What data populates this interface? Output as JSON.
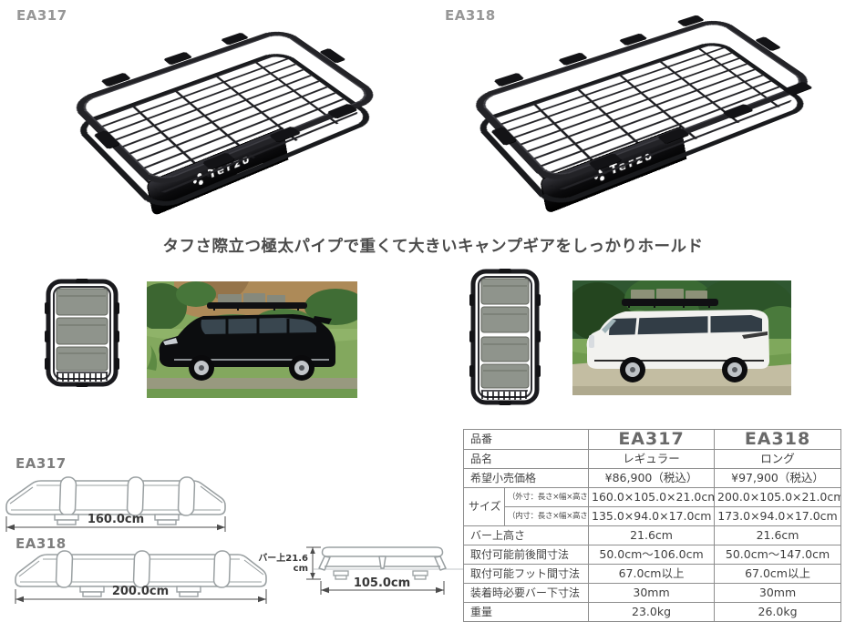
{
  "brand": {
    "logo_text": "Terzo"
  },
  "top_labels": {
    "left": "EA317",
    "right": "EA318"
  },
  "headline": {
    "text": "タフさ際立つ極太パイプで重くて大きいキャンプギアをしっかりホールド"
  },
  "drawings": {
    "ea317": {
      "label": "EA317",
      "length_dim": "160.0cm"
    },
    "ea318": {
      "label": "EA318",
      "length_dim": "200.0cm"
    },
    "end_view": {
      "bar_height_line1": "バー上21.6",
      "bar_height_line2": "cm",
      "width_dim": "105.0cm"
    }
  },
  "spec_table": {
    "header": {
      "label": "品番",
      "col1": "EA317",
      "col2": "EA318"
    },
    "rows": [
      {
        "label": "品名",
        "col1": "レギュラー",
        "col2": "ロング"
      },
      {
        "label": "希望小売価格",
        "col1": "¥86,900（税込）",
        "col2": "¥97,900（税込）"
      },
      {
        "label": "サイズ",
        "sub": "（外寸：長さ×幅×高さ）",
        "col1": "160.0×105.0×21.0cm",
        "col2": "200.0×105.0×21.0cm"
      },
      {
        "sub": "（内寸：長さ×幅×高さ）",
        "col1": "135.0×94.0×17.0cm",
        "col2": "173.0×94.0×17.0cm"
      },
      {
        "label": "バー上高さ",
        "col1": "21.6cm",
        "col2": "21.6cm"
      },
      {
        "label": "取付可能前後間寸法",
        "col1": "50.0cm～106.0cm",
        "col2": "50.0cm～147.0cm"
      },
      {
        "label": "取付可能フット間寸法",
        "col1": "67.0cm以上",
        "col2": "67.0cm以上"
      },
      {
        "label": "装着時必要バー下寸法",
        "col1": "30mm",
        "col2": "30mm"
      },
      {
        "label": "重量",
        "col1": "23.0kg",
        "col2": "26.0kg"
      }
    ]
  },
  "colors": {
    "product_black": "#17171a",
    "cargo_gray": "#8f948c",
    "line_gray": "#9aa0a2",
    "label_gray": "#979797",
    "text_dark": "#454545"
  }
}
